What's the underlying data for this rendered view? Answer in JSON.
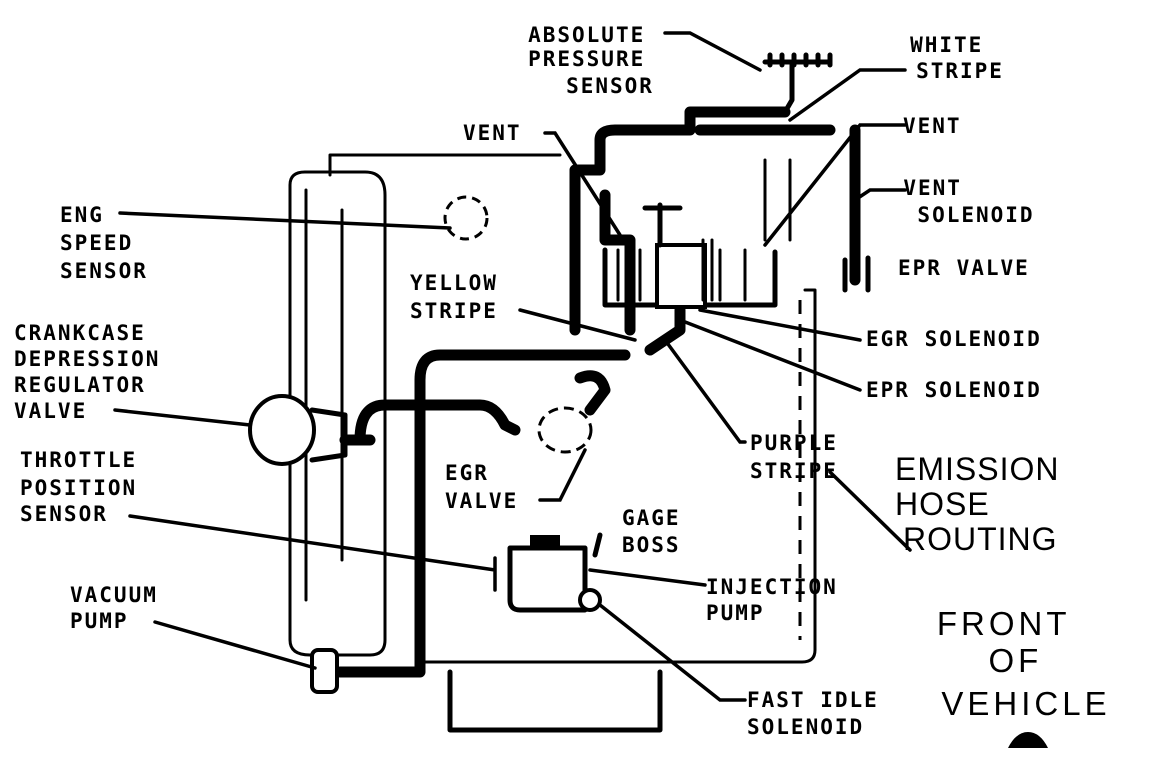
{
  "title": {
    "line1": "EMISSION",
    "line2": "HOSE",
    "line3": "ROUTING"
  },
  "front": {
    "line1": "FRONT",
    "line2": "OF",
    "line3": "VEHICLE"
  },
  "labels": {
    "absolute_pressure_sensor": [
      "ABSOLUTE",
      "PRESSURE",
      "SENSOR"
    ],
    "white_stripe": [
      "WHITE",
      "STRIPE"
    ],
    "vent_left": "VENT",
    "vent_right": "VENT",
    "vent_solenoid": [
      "VENT",
      "SOLENOID"
    ],
    "epr_valve": "EPR VALVE",
    "eng_speed_sensor": [
      "ENG",
      "SPEED",
      "SENSOR"
    ],
    "yellow_stripe": [
      "YELLOW",
      "STRIPE"
    ],
    "egr_solenoid": "EGR SOLENOID",
    "epr_solenoid": "EPR SOLENOID",
    "crankcase_depression_regulator_valve": [
      "CRANKCASE",
      "DEPRESSION",
      "REGULATOR",
      "VALVE"
    ],
    "purple_stripe": [
      "PURPLE",
      "STRIPE"
    ],
    "throttle_position_sensor": [
      "THROTTLE",
      "POSITION",
      "SENSOR"
    ],
    "egr_valve": [
      "EGR",
      "VALVE"
    ],
    "gage_boss": [
      "GAGE",
      "BOSS"
    ],
    "injection_pump": [
      "INJECTION",
      "PUMP"
    ],
    "vacuum_pump": [
      "VACUUM",
      "PUMP"
    ],
    "fast_idle_solenoid": [
      "FAST IDLE",
      "SOLENOID"
    ]
  }
}
